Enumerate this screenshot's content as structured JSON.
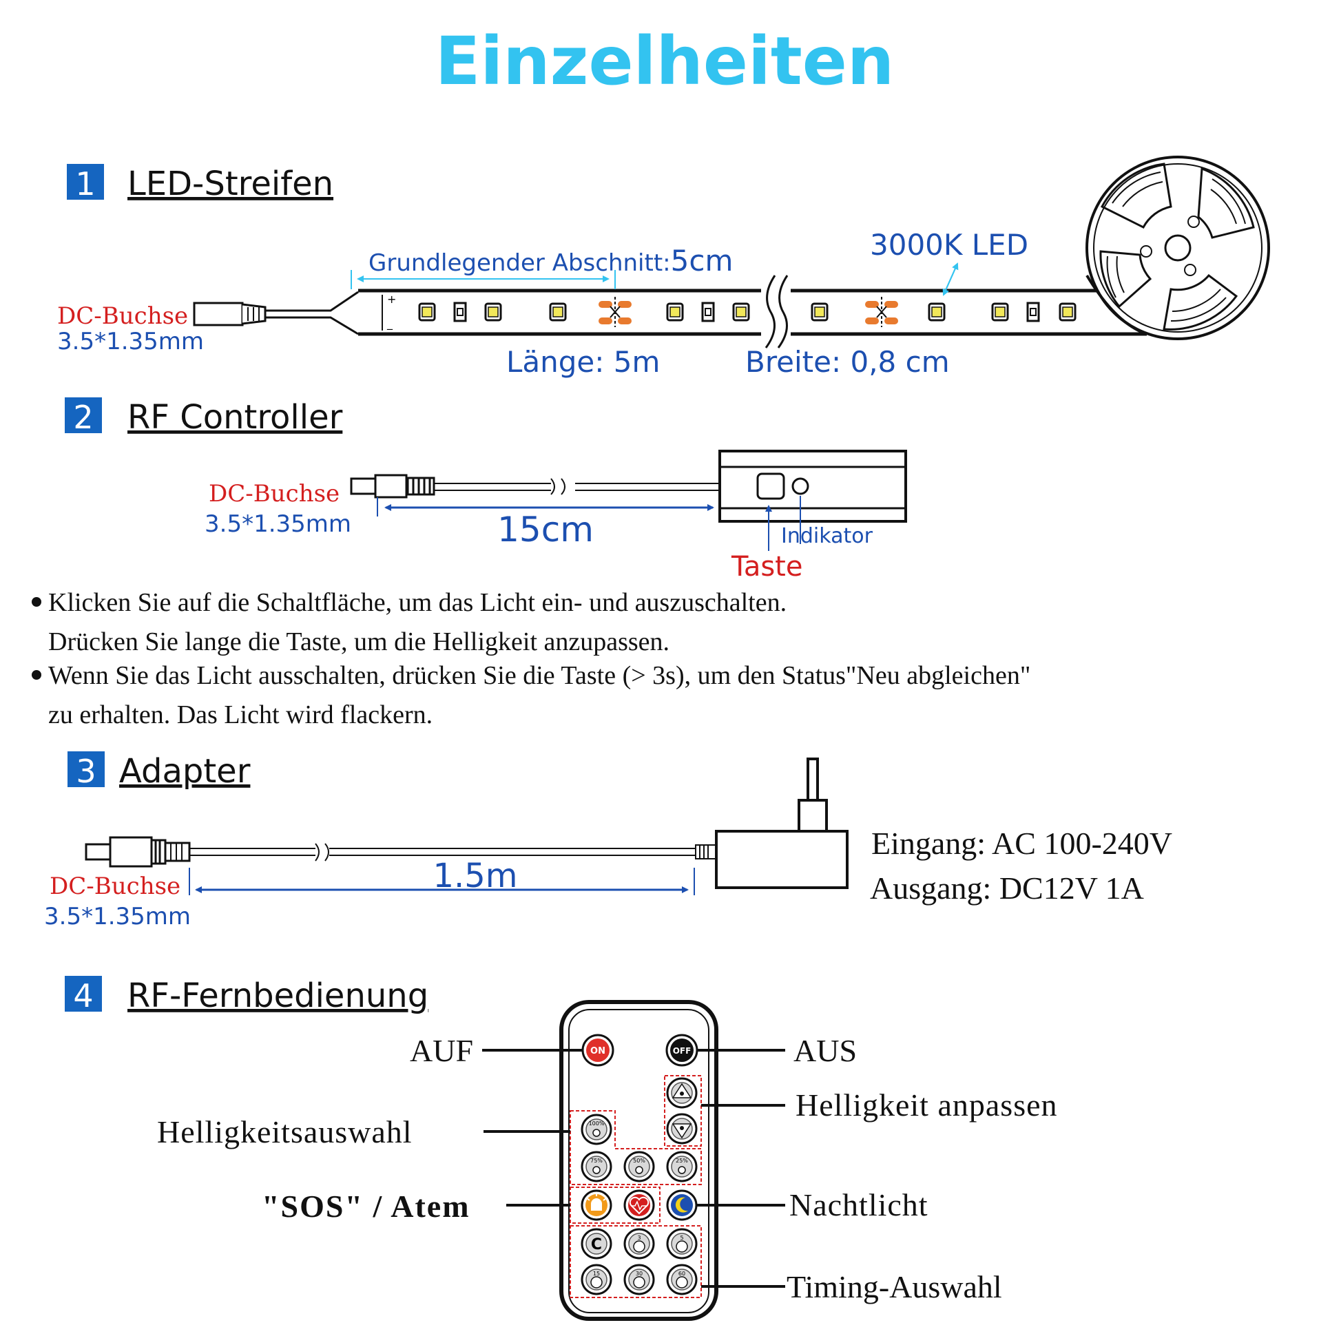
{
  "title": "Einzelheiten",
  "colors": {
    "title": "#33c3f0",
    "accent_blue": "#1c4fb0",
    "label_red": "#d41f1f",
    "badge": "#1565c0",
    "led_chip": "#f2e85a",
    "cut_mark": "#e87a2e"
  },
  "sections": [
    {
      "number": "1",
      "heading": "LED-Streifen"
    },
    {
      "number": "2",
      "heading": "RF Controller"
    },
    {
      "number": "3",
      "heading": "Adapter"
    },
    {
      "number": "4",
      "heading": "RF-Fernbedienung"
    }
  ],
  "strip": {
    "connector": "DC-Buchse",
    "connector_size": "3.5*1.35mm",
    "segment_label": "Grundlegender Abschnitt:",
    "segment_value": "5cm",
    "led_type": "3000K LED",
    "length": "Länge: 5m",
    "width": "Breite: 0,8 cm",
    "plus": "+",
    "minus": "_"
  },
  "controller": {
    "connector": "DC-Buchse",
    "connector_size": "3.5*1.35mm",
    "cable_length": "15cm",
    "indicator": "Indikator",
    "button": "Taste",
    "bullets": [
      "Klicken Sie auf die Schaltfläche, um das Licht ein- und auszuschalten.",
      "Drücken Sie lange die Taste, um die Helligkeit anzupassen.",
      "Wenn Sie das Licht ausschalten, drücken Sie die Taste (> 3s), um den Status\"Neu abgleichen\"",
      "zu erhalten. Das Licht wird flackern."
    ]
  },
  "adapter": {
    "connector": "DC-Buchse",
    "connector_size": "3.5*1.35mm",
    "cable_length": "1.5m",
    "input": "Eingang: AC 100-240V",
    "output": "Ausgang: DC12V 1A"
  },
  "remote": {
    "labels": {
      "on": "AUF",
      "off": "AUS",
      "brightness_adjust": "Helligkeit anpassen",
      "brightness_select": "Helligkeitsauswahl",
      "sos": "\"SOS\" / Atem",
      "night": "Nachtlicht",
      "timing": "Timing-Auswahl"
    },
    "buttons": {
      "on": "ON",
      "off": "OFF",
      "b100": "100%",
      "b75": "75%",
      "b50": "50%",
      "b25": "25%",
      "cancel": "C",
      "t3": "3",
      "t5": "5",
      "t15": "15",
      "t30": "30",
      "t60": "60"
    },
    "icons": [
      "sun-up-icon",
      "sun-down-icon",
      "sos-light-icon",
      "heart-breath-icon",
      "moon-icon",
      "alarm-clock-icon"
    ]
  }
}
